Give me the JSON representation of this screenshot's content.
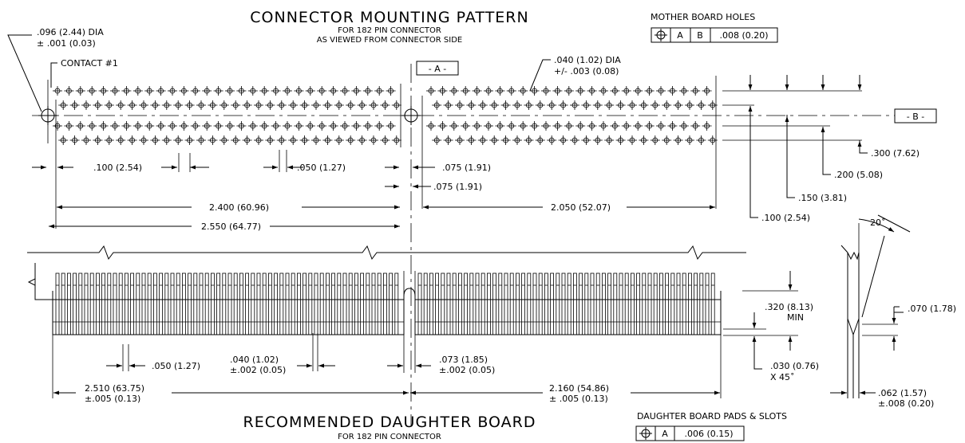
{
  "title": "CONNECTOR MOUNTING PATTERN",
  "subtitle1": "FOR 182 PIN CONNECTOR",
  "subtitle2": "AS VIEWED FROM CONNECTOR SIDE",
  "mother_board_holes": {
    "label": "MOTHER BOARD HOLES",
    "cells": [
      "A",
      "B",
      ".008 (0.20)"
    ]
  },
  "datum_a": "- A -",
  "datum_b": "- B -",
  "contact_1": "CONTACT #1",
  "hole_dia_1": ".096 (2.44) DIA",
  "hole_tol_1": "± .001 (0.03)",
  "hole_dia_2": ".040 (1.02) DIA",
  "hole_tol_2": "+/- .003 (0.08)",
  "dims_top": {
    "pitch_100": ".100 (2.54)",
    "stagger_050": ".050 (1.27)",
    "d_075a": ".075 (1.91)",
    "d_075b": ".075 (1.91)",
    "d_2400": "2.400 (60.96)",
    "d_2550": "2.550 (64.77)",
    "d_2050": "2.050 (52.07)",
    "r_300": ".300 (7.62)",
    "r_200": ".200 (5.08)",
    "r_150": ".150 (3.81)",
    "r_100": ".100 (2.54)"
  },
  "dims_bottom": {
    "angle": "20˚",
    "d_320": ".320 (8.13)",
    "d_320_min": "MIN",
    "d_070": ".070 (1.78)",
    "d_050": ".050 (1.27)",
    "d_040": ".040 (1.02)",
    "d_040_tol": "±.002 (0.05)",
    "d_073": ".073 (1.85)",
    "d_073_tol": "±.002 (0.05)",
    "d_030": ".030 (0.76)",
    "d_030_x": "X 45˚",
    "d_2510": "2.510 (63.75)",
    "d_2510_tol": "±.005 (0.13)",
    "d_2160": "2.160 (54.86)",
    "d_2160_tol": "± .005 (0.13)",
    "d_062": ".062 (1.57)",
    "d_062_tol": "±.008 (0.20)"
  },
  "bottom_title": "RECOMMENDED DAUGHTER BOARD",
  "bottom_subtitle": "FOR 182 PIN CONNECTOR",
  "daughter_pads": {
    "label": "DAUGHTER BOARD PADS & SLOTS",
    "cells": [
      "A",
      ".006 (0.15)"
    ]
  }
}
